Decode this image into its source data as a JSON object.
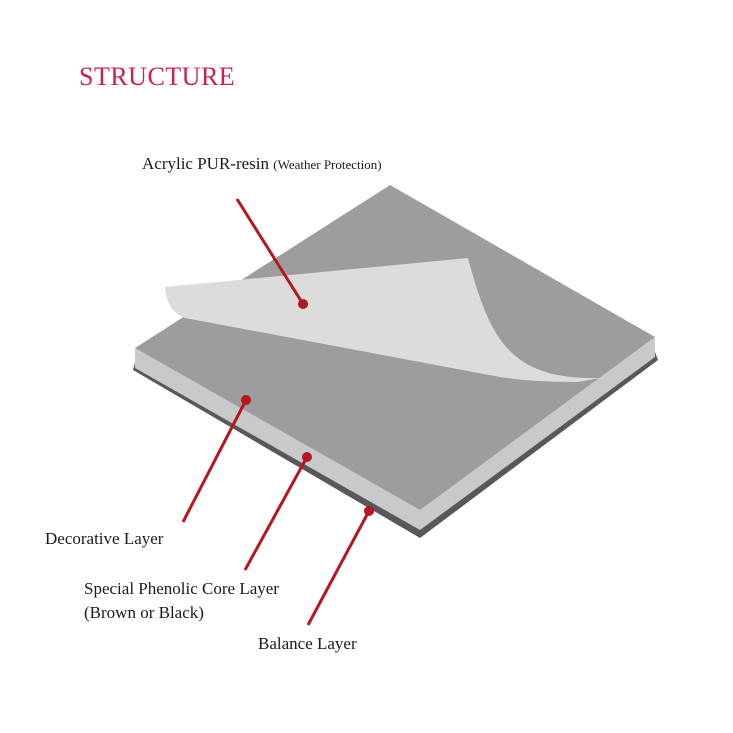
{
  "title": "STRUCTURE",
  "labels": {
    "acrylic_main": "Acrylic PUR-resin",
    "acrylic_note": "(Weather Protection)",
    "decorative": "Decorative Layer",
    "core_line1": "Special Phenolic Core Layer",
    "core_line2": "(Brown or Black)",
    "balance": "Balance Layer"
  },
  "colors": {
    "title": "#cc1f4f",
    "leader": "#b5161f",
    "top_face": "#9d9d9f",
    "core_edge": "#c8c9cb",
    "balance_edge": "#58585a",
    "film": "#dcdcdc"
  }
}
